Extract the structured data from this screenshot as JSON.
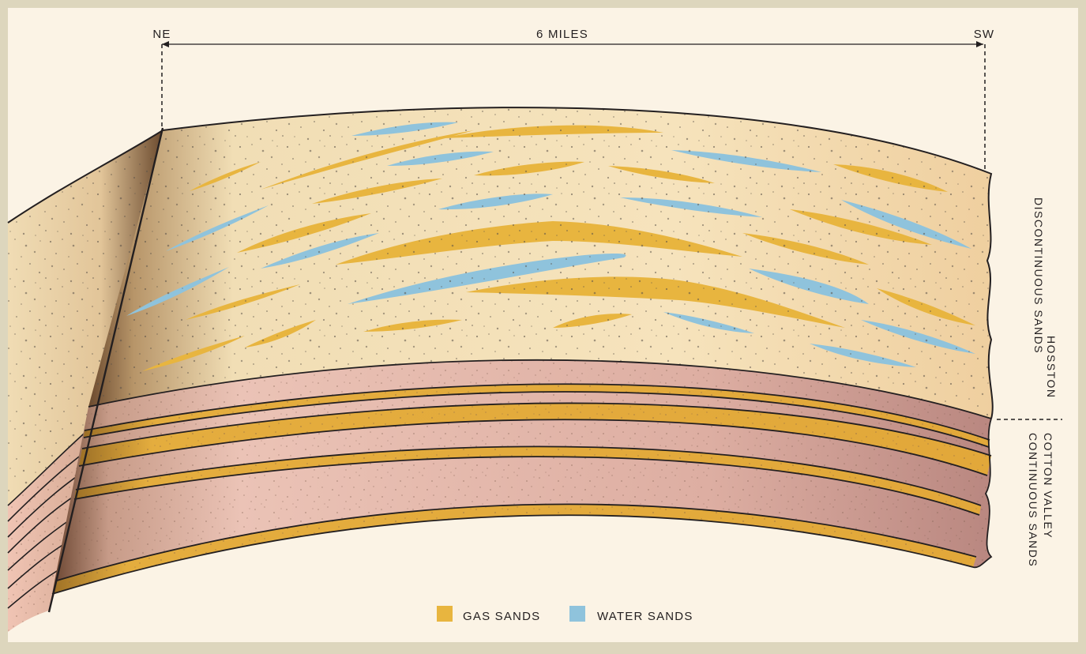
{
  "diagram": {
    "direction_left": "NE",
    "direction_right": "SW",
    "distance_label": "6 MILES",
    "formations": [
      {
        "line1": "HOSSTON",
        "line2": "DISCONTINUOUS SANDS"
      },
      {
        "line1": "COTTON VALLEY",
        "line2": "CONTINUOUS SANDS"
      }
    ],
    "legend": [
      {
        "label": "GAS SANDS",
        "color": "#e8b53f"
      },
      {
        "label": "WATER SANDS",
        "color": "#8fc3dc"
      }
    ]
  }
}
